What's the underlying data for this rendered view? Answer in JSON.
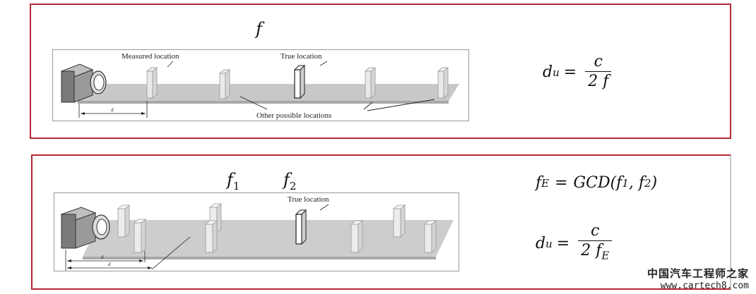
{
  "panel1": {
    "freq_symbol": "f",
    "labels": {
      "measured": "Measured location",
      "true": "True location",
      "other": "Other possible locations",
      "du": "d"
    },
    "formula": {
      "lhs": "d",
      "lhs_sub": "u",
      "num": "c",
      "den": "2 f"
    }
  },
  "panel2": {
    "f1_symbol": "f",
    "f1_sub": "1",
    "f2_symbol": "f",
    "f2_sub": "2",
    "labels": {
      "true": "True location",
      "du_a": "d",
      "du_b": "d"
    },
    "formula1": {
      "lhs": "f",
      "lhs_sub": "E",
      "rhs_a": "GCD(f",
      "rhs_sub1": "1",
      "rhs_b": ", f",
      "rhs_sub2": "2",
      "rhs_c": ")"
    },
    "formula2": {
      "lhs": "d",
      "lhs_sub": "u",
      "num": "c",
      "den": "2 f",
      "den_sub": "E"
    }
  },
  "watermark": {
    "cn": "中国汽车工程师之家",
    "url": "www.cartech8.com"
  },
  "colors": {
    "border": "#b22a35",
    "block": "#e6e6e6",
    "band": "#cfcfcf"
  }
}
